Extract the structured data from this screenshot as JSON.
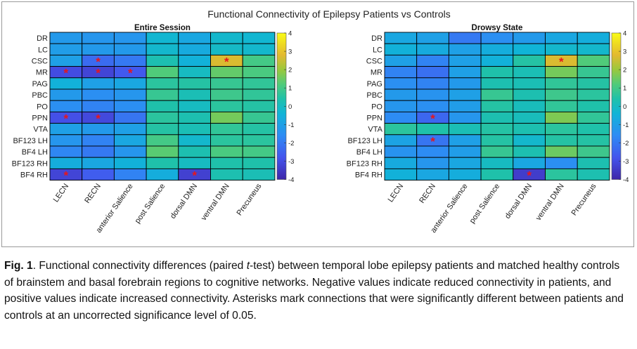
{
  "figure_title": "Functional Connectivity of Epilepsy Patients vs Controls",
  "caption": {
    "label": "Fig. 1",
    "text_before_t": ". Functional connectivity differences (paired ",
    "italic_t": "t",
    "text_after_t": "-test) between temporal lobe epilepsy patients and matched healthy controls of brainstem and basal forebrain regions to cognitive networks. Negative values indicate reduced connectivity in patients, and positive values indicate increased connectivity. Asterisks mark connections that were significantly different between patients and controls at an uncorrected significance level of 0.05."
  },
  "chart_data": [
    {
      "type": "heatmap",
      "title": "Entire Session",
      "row_labels": [
        "DR",
        "LC",
        "CSC",
        "MR",
        "PAG",
        "PBC",
        "PO",
        "PPN",
        "VTA",
        "BF123 LH",
        "BF4 LH",
        "BF123 RH",
        "BF4 RH"
      ],
      "col_labels": [
        "LECN",
        "RECN",
        "anterior Salience",
        "post Salience",
        "dorsal DMN",
        "ventral DMN",
        "Precuneus"
      ],
      "colorbar": {
        "min": -4,
        "max": 4,
        "ticks": [
          4,
          3,
          2,
          1,
          0,
          -1,
          -2,
          -3,
          -4
        ],
        "colormap": "parula"
      },
      "values": [
        [
          -1.2,
          -1.3,
          -1.3,
          -0.3,
          -0.8,
          -0.2,
          -0.3
        ],
        [
          -1.1,
          -1.2,
          -1.2,
          -0.2,
          -0.7,
          -0.1,
          -0.2
        ],
        [
          -1.0,
          -2.3,
          -2.0,
          0.3,
          -0.5,
          2.7,
          1.0
        ],
        [
          -3.0,
          -3.2,
          -2.7,
          1.2,
          0.0,
          1.4,
          1.1
        ],
        [
          -0.5,
          -1.0,
          -0.8,
          0.6,
          0.5,
          0.8,
          0.7
        ],
        [
          -1.2,
          -1.5,
          -1.3,
          0.8,
          0.2,
          0.9,
          0.7
        ],
        [
          -1.5,
          -1.8,
          -1.5,
          0.4,
          0.0,
          0.6,
          0.5
        ],
        [
          -2.9,
          -3.1,
          -2.1,
          0.6,
          0.3,
          1.6,
          0.8
        ],
        [
          -1.0,
          -1.2,
          -1.0,
          0.5,
          0.2,
          0.7,
          0.5
        ],
        [
          -1.3,
          -1.8,
          -0.8,
          1.0,
          -0.2,
          0.6,
          0.6
        ],
        [
          -1.7,
          -2.0,
          -1.3,
          1.3,
          0.3,
          1.1,
          1.0
        ],
        [
          -0.6,
          -0.8,
          -0.5,
          0.4,
          0.0,
          0.4,
          0.4
        ],
        [
          -3.2,
          -2.6,
          -1.8,
          -0.6,
          -3.3,
          0.3,
          0.2
        ]
      ],
      "significant": [
        [
          3,
          0
        ],
        [
          3,
          1
        ],
        [
          3,
          2
        ],
        [
          2,
          1
        ],
        [
          2,
          5
        ],
        [
          7,
          0
        ],
        [
          7,
          1
        ],
        [
          12,
          0
        ],
        [
          12,
          4
        ]
      ]
    },
    {
      "type": "heatmap",
      "title": "Drowsy State",
      "row_labels": [
        "DR",
        "LC",
        "CSC",
        "MR",
        "PAG",
        "PBC",
        "PO",
        "PPN",
        "VTA",
        "BF123 LH",
        "BF4 LH",
        "BF123 RH",
        "BF4 RH"
      ],
      "col_labels": [
        "LECN",
        "RECN",
        "anterior Salience",
        "post Salience",
        "dorsal DMN",
        "ventral DMN",
        "Precuneus"
      ],
      "colorbar": {
        "min": -4,
        "max": 4,
        "ticks": [
          4,
          3,
          2,
          1,
          0,
          -1,
          -2,
          -3,
          -4
        ],
        "colormap": "parula"
      },
      "values": [
        [
          -0.8,
          -1.0,
          -2.0,
          -1.5,
          -1.2,
          -0.8,
          -0.6
        ],
        [
          -0.5,
          -0.7,
          -1.0,
          -0.6,
          -0.4,
          -0.2,
          -0.2
        ],
        [
          -1.0,
          -1.8,
          -1.0,
          -0.5,
          0.5,
          2.7,
          1.2
        ],
        [
          -1.8,
          -2.2,
          -1.0,
          0.4,
          0.2,
          1.6,
          0.8
        ],
        [
          -1.5,
          -1.8,
          -1.2,
          0.3,
          0.2,
          0.7,
          0.5
        ],
        [
          -1.2,
          -1.4,
          -1.0,
          0.8,
          0.3,
          0.9,
          0.6
        ],
        [
          -1.3,
          -1.5,
          -1.1,
          0.5,
          0.1,
          0.7,
          0.4
        ],
        [
          -1.6,
          -2.4,
          -1.3,
          0.3,
          0.1,
          1.7,
          0.7
        ],
        [
          0.6,
          0.4,
          0.2,
          0.5,
          0.3,
          0.6,
          0.4
        ],
        [
          -0.9,
          -2.1,
          -1.0,
          0.5,
          -0.2,
          0.5,
          0.5
        ],
        [
          -1.4,
          -1.6,
          -1.1,
          0.8,
          0.3,
          1.5,
          0.9
        ],
        [
          -0.7,
          -1.3,
          -0.8,
          0.0,
          -0.8,
          -1.5,
          0.3
        ],
        [
          -0.5,
          -0.8,
          -0.6,
          0.4,
          -3.4,
          0.6,
          0.3
        ]
      ],
      "significant": [
        [
          2,
          5
        ],
        [
          7,
          1
        ],
        [
          9,
          1
        ],
        [
          12,
          4
        ]
      ]
    }
  ]
}
